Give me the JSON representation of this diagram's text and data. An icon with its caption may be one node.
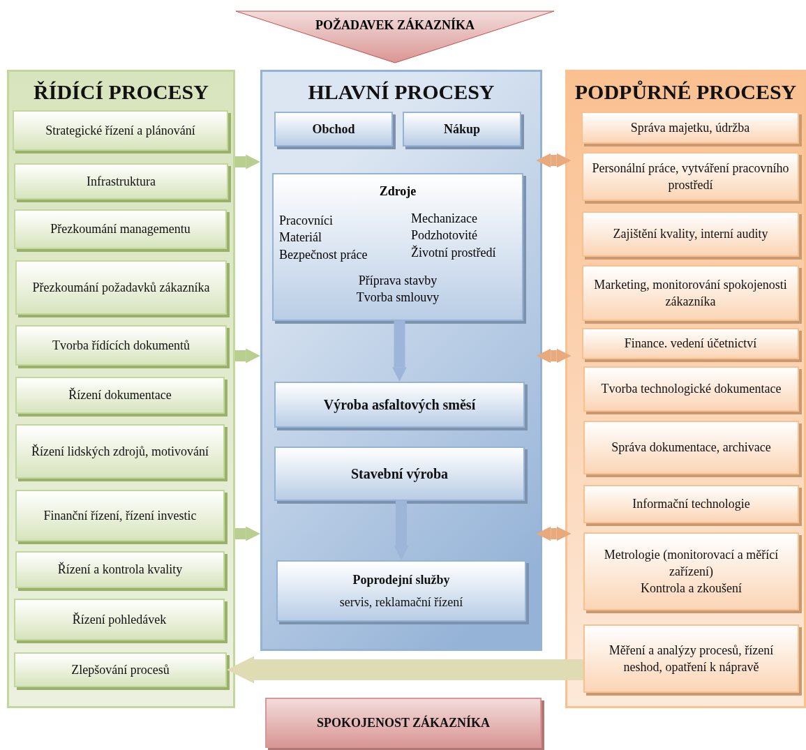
{
  "diagram": {
    "nodes": [
      {
        "text": [
          "POŽADAVEK ZÁKAZNÍKA"
        ]
      },
      {
        "text": [
          "ŘÍDÍCÍ PROCESY"
        ]
      },
      {
        "text": [
          "Strategické řízení a plánování"
        ],
        "in": 1
      },
      {
        "text": [
          "Infrastruktura"
        ],
        "in": 1
      },
      {
        "text": [
          "Přezkoumání managementu"
        ],
        "in": 1
      },
      {
        "text": [
          "Přezkoumání požadavků zákazníka"
        ],
        "in": 1
      },
      {
        "text": [
          "Tvorba řídících dokumentů"
        ],
        "in": 1
      },
      {
        "text": [
          "Řízení dokumentace"
        ],
        "in": 1
      },
      {
        "text": [
          "Řízení lidských zdrojů, motivování"
        ],
        "in": 1
      },
      {
        "text": [
          "Finanční řízení, řízení investic"
        ],
        "in": 1
      },
      {
        "text": [
          "Řízení a kontrola kvality"
        ],
        "in": 1
      },
      {
        "text": [
          "Řízení pohledávek"
        ],
        "in": 1
      },
      {
        "text": [
          "Zlepšování procesů"
        ],
        "in": 1
      },
      {
        "text": [
          "HLAVNÍ PROCESY"
        ]
      },
      {
        "text": [
          "Obchod"
        ],
        "in": 13
      },
      {
        "text": [
          "Nákup"
        ],
        "in": 13
      },
      {
        "text": [
          "Zdroje",
          "Pracovníci",
          "Materiál",
          "Bezpečnost práce",
          "Mechanizace",
          "Podzhotovité",
          "Životní prostředí",
          "Příprava stavby",
          "Tvorba smlouvy"
        ],
        "in": 13
      },
      {
        "text": [
          "Výroba asfaltových směsí"
        ],
        "in": 13
      },
      {
        "text": [
          "Stavební výroba"
        ],
        "in": 13
      },
      {
        "text": [
          "Poprodejní služby",
          "servis, reklamační řízení"
        ],
        "in": 13
      },
      {
        "text": [
          "PODPŮRNÉ PROCESY"
        ]
      },
      {
        "text": [
          "Správa majetku, údržba"
        ],
        "in": 20
      },
      {
        "text": [
          "Personální práce, vytváření pracovního prostředí"
        ],
        "in": 20
      },
      {
        "text": [
          "Zajištění kvality, interní audity"
        ],
        "in": 20
      },
      {
        "text": [
          "Marketing, monitorování spokojenosti zákazníka"
        ],
        "in": 20
      },
      {
        "text": [
          "Finance. vedení účetnictví"
        ],
        "in": 20
      },
      {
        "text": [
          "Tvorba technologické dokumentace"
        ],
        "in": 20
      },
      {
        "text": [
          "Správa dokumentace, archivace"
        ],
        "in": 20
      },
      {
        "text": [
          "Informační technologie"
        ],
        "in": 20
      },
      {
        "text": [
          "Metrologie (monitorovací a měřící zařízení)",
          "Kontrola a zkoušení"
        ],
        "in": 20
      },
      {
        "text": [
          "Měření a analýzy procesů, řízení neshod, opatření k nápravě"
        ],
        "in": 20
      },
      {
        "text": [
          "SPOKOJENOST ZÁKAZNÍKA"
        ]
      }
    ],
    "edges": [
      {
        "from": 1,
        "to": 13,
        "arrow": "to",
        "color": "#b9cf8f"
      },
      {
        "from": 1,
        "to": 13,
        "arrow": "to",
        "color": "#b9cf8f"
      },
      {
        "from": 1,
        "to": 13,
        "arrow": "to",
        "color": "#b9cf8f"
      },
      {
        "from": 13,
        "to": 20,
        "arrow": "both",
        "color": "#e8a97c"
      },
      {
        "from": 13,
        "to": 20,
        "arrow": "both",
        "color": "#e8a97c"
      },
      {
        "from": 13,
        "to": 20,
        "arrow": "both",
        "color": "#e8a97c"
      },
      {
        "from": 16,
        "to": 17,
        "arrow": "to"
      },
      {
        "from": 18,
        "to": 19,
        "arrow": "to"
      },
      {
        "from": 30,
        "to": 12,
        "arrow": "to",
        "style": "thick",
        "color": "#dfdcb4"
      }
    ]
  }
}
